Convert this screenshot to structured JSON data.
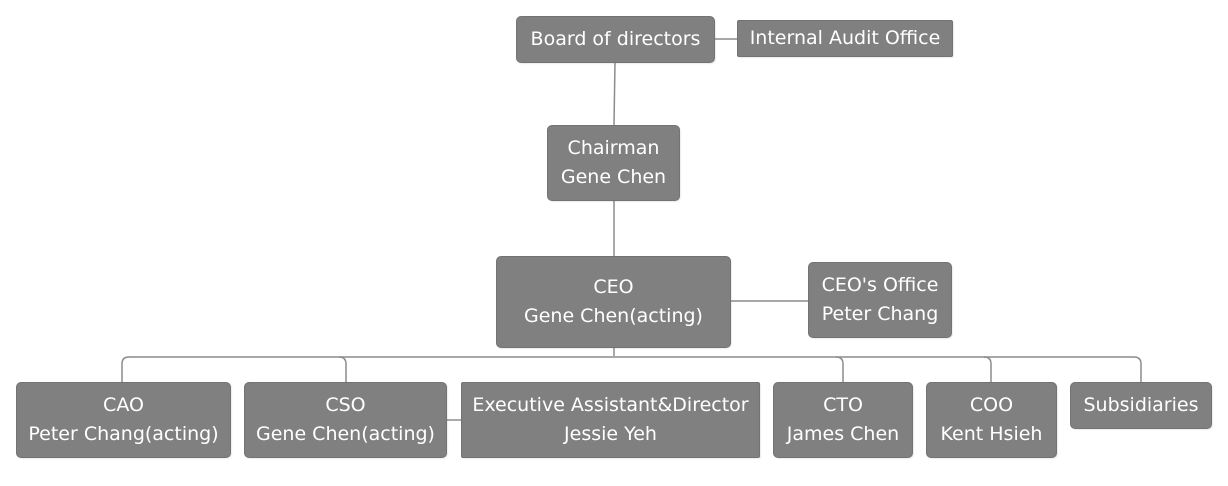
{
  "nodes": {
    "board": {
      "line1": "Board of directors"
    },
    "audit": {
      "line1": "Internal Audit Office"
    },
    "chairman": {
      "line1": "Chairman",
      "line2": "Gene Chen"
    },
    "ceo": {
      "line1": "CEO",
      "line2": "Gene Chen(acting)"
    },
    "ceo_office": {
      "line1": "CEO's Office",
      "line2": "Peter Chang"
    },
    "cao": {
      "line1": "CAO",
      "line2": "Peter Chang(acting)"
    },
    "cso": {
      "line1": "CSO",
      "line2": "Gene Chen(acting)"
    },
    "exec_assistant": {
      "line1": "Executive Assistant&Director",
      "line2": "Jessie Yeh"
    },
    "cto": {
      "line1": "CTO",
      "line2": "James Chen"
    },
    "coo": {
      "line1": "COO",
      "line2": "Kent Hsieh"
    },
    "subsidiaries": {
      "line1": "Subsidiaries"
    }
  },
  "colors": {
    "box": "#808080",
    "line": "#8c8c8c",
    "text": "#ffffff"
  }
}
